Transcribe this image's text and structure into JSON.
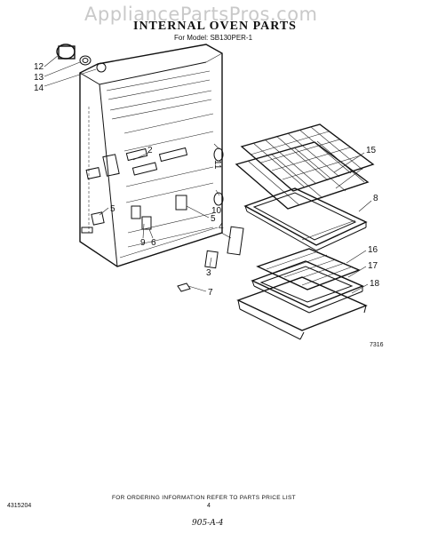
{
  "watermark": "AppliancePartsPros.com",
  "title": "INTERNAL OVEN PARTS",
  "model_line": "For Model: SB130PER-1",
  "callouts": [
    "12",
    "13",
    "14",
    "2",
    "11",
    "10",
    "5",
    "5",
    "6",
    "9",
    "4",
    "3",
    "7",
    "15",
    "8",
    "16",
    "17",
    "18"
  ],
  "figure_code": "7316",
  "footer_note": "FOR ORDERING INFORMATION REFER TO PARTS PRICE LIST",
  "part_number": "4315204",
  "page_number": "4",
  "handwritten_code": "905-A-4"
}
